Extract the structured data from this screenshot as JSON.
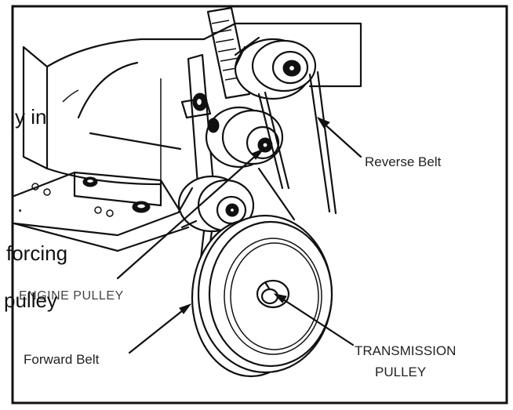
{
  "labels": {
    "reverse_belt": "Reverse Belt",
    "engine_pulley": "ENGINE PULLEY",
    "forward_belt": "Forward Belt",
    "transmission_line1": "TRANSMISSION",
    "transmission_line2": "PULLEY"
  },
  "overlay_text": {
    "line1": "y  in",
    "line2": ".",
    "line3": "forcing",
    "line4": "pulley"
  },
  "colors": {
    "line": "#111111",
    "background": "#ffffff",
    "label": "#222222"
  }
}
